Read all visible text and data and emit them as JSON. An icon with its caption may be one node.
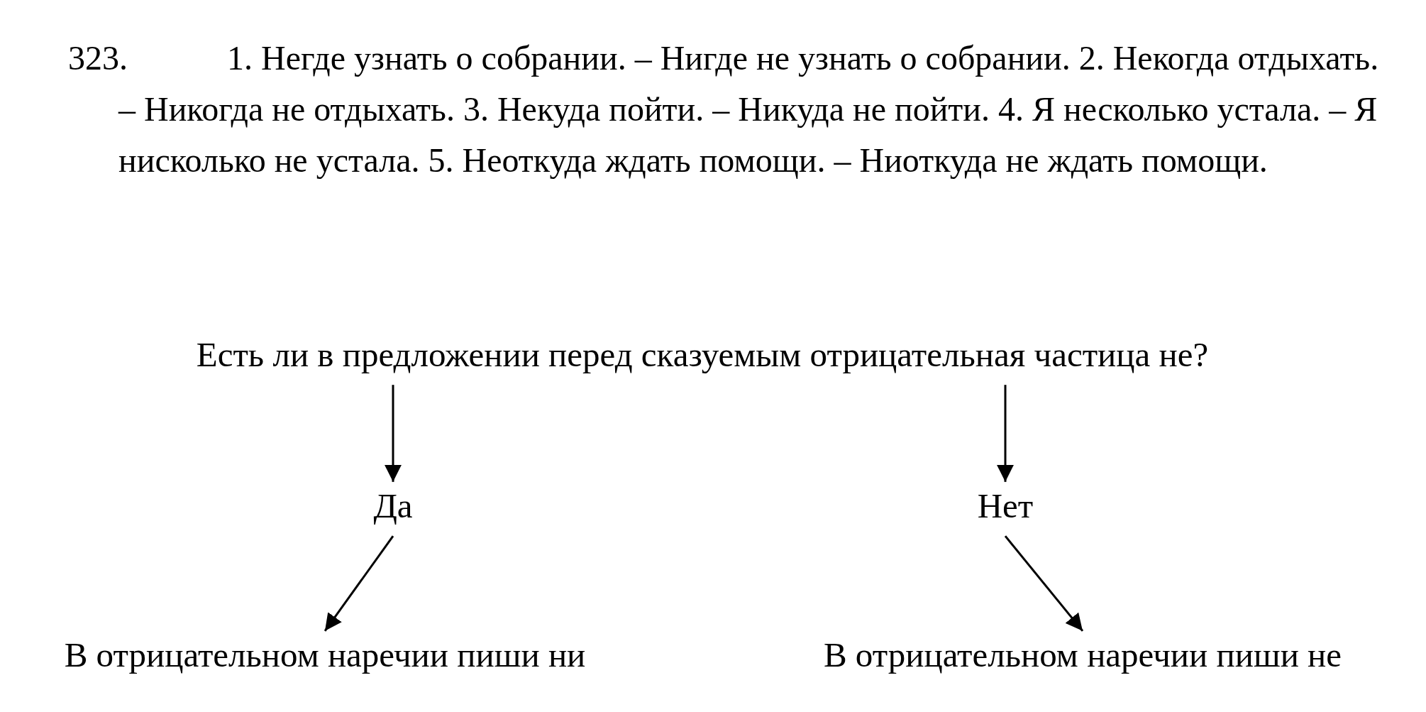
{
  "diagram": {
    "nodes": [
      {
        "text": [
          "Есть ли в предложении перед сказуемым отрицательная частица не?"
        ]
      },
      {
        "text": [
          "Да"
        ]
      },
      {
        "text": [
          "Нет"
        ]
      },
      {
        "text": [
          "В отрицательном наречии пиши ни"
        ]
      },
      {
        "text": [
          "В отрицательном наречии пиши не"
        ]
      }
    ],
    "edges": [
      {
        "from": 0,
        "to": 1,
        "arrow": "to"
      },
      {
        "from": 0,
        "to": 2,
        "arrow": "to"
      },
      {
        "from": 1,
        "to": 3,
        "arrow": "to"
      },
      {
        "from": 2,
        "to": 4,
        "arrow": "to"
      }
    ],
    "labels": [
      "323.",
      "1. Негде узнать о собрании. – Нигде не узнать о собрании. 2. Некогда отдыхать. – Никогда не отдыхать. 3. Некуда пойти. – Никуда не пойти. 4. Я несколько устала. – Я нисколько не устала. 5. Неоткуда ждать помощи. – Ниоткуда не ждать помощи."
    ]
  }
}
